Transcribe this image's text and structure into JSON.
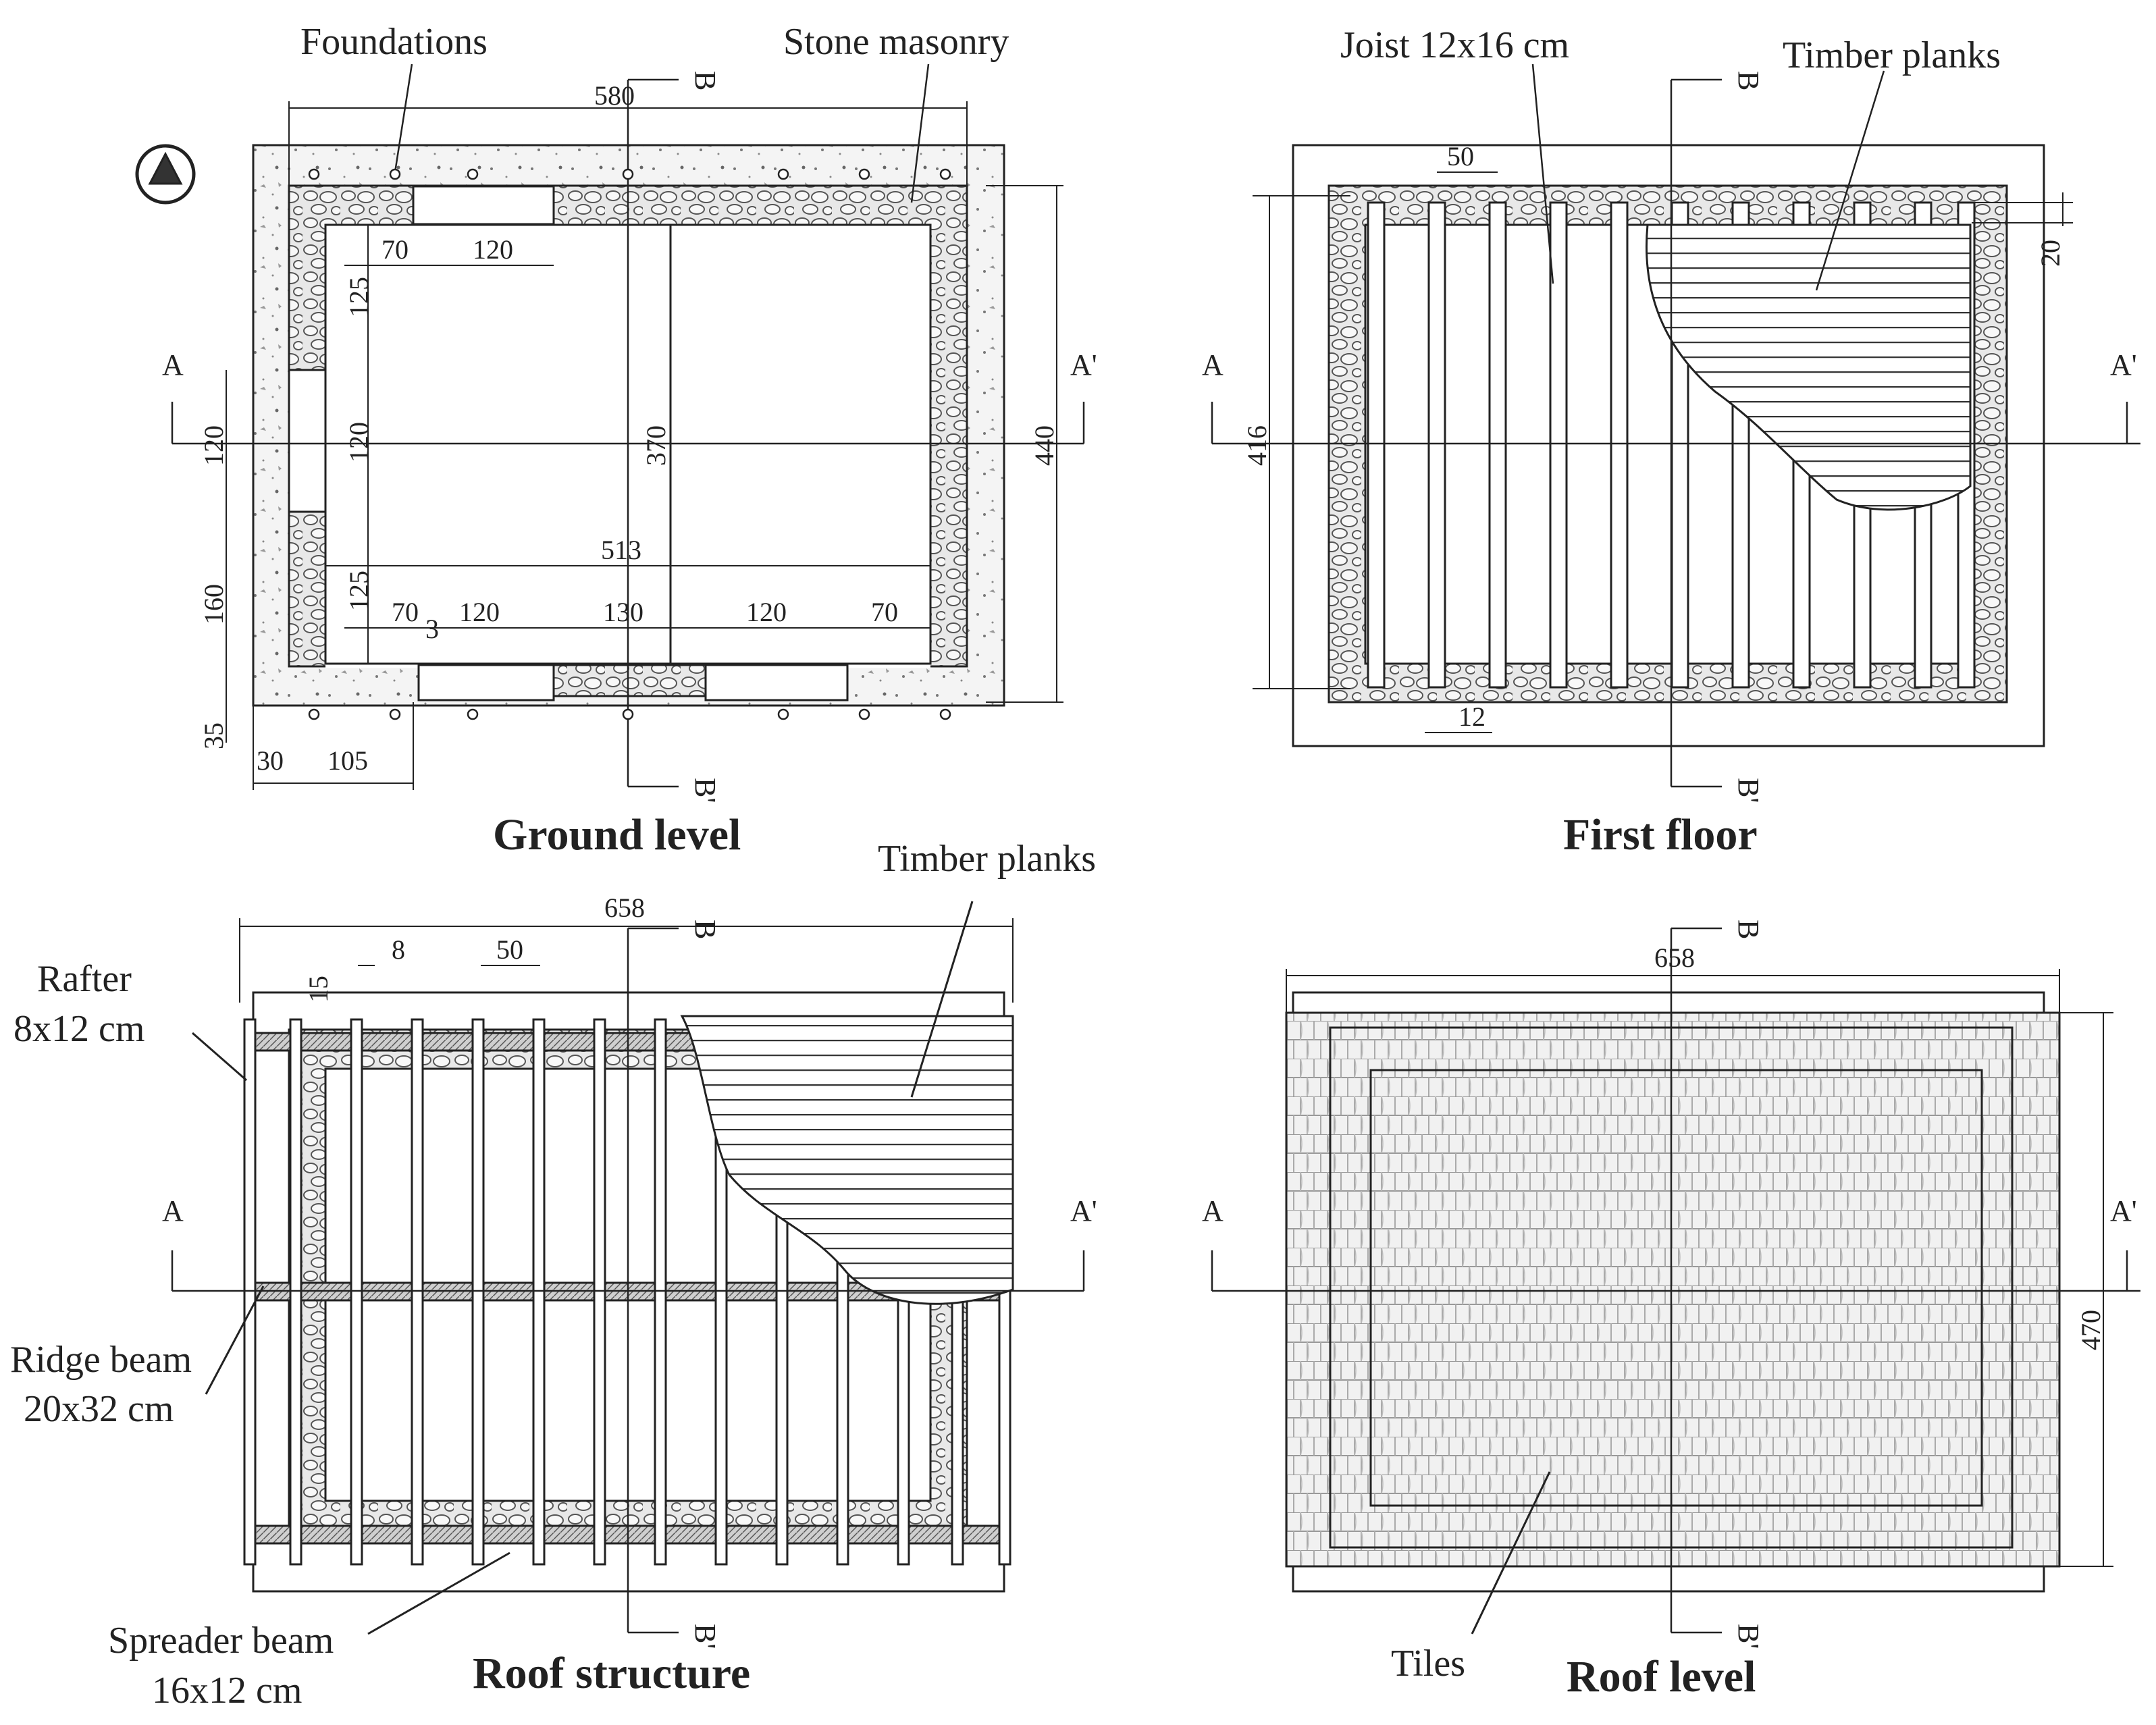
{
  "titles": {
    "ground": "Ground level",
    "first": "First floor",
    "roof_structure": "Roof structure",
    "roof_level": "Roof level"
  },
  "labels": {
    "foundations": "Foundations",
    "stone_masonry": "Stone masonry",
    "joist": "Joist 12x16 cm",
    "timber_planks_first": "Timber planks",
    "timber_planks_roof": "Timber planks",
    "rafter_line1": "Rafter",
    "rafter_line2": "8x12 cm",
    "ridge_line1": "Ridge beam",
    "ridge_line2": "20x32 cm",
    "spreader_line1": "Spreader beam",
    "spreader_line2": "16x12 cm",
    "tiles": "Tiles"
  },
  "section_marks": {
    "a": "A",
    "a_prime": "A'",
    "b": "B",
    "b_prime": "B'"
  },
  "dimensions": {
    "ground": {
      "overall_width": "580",
      "height_outer": "440",
      "height_inner": "370",
      "inner_width": "513",
      "top_door_offset": "70",
      "top_door_width": "120",
      "left_top": "125",
      "left_mid": "120",
      "left_bottom": "125",
      "left_outer_window": "120",
      "left_outer_lower": "160",
      "left_outer_base": "35",
      "bottom_1": "70",
      "bottom_2": "120",
      "bottom_3": "130",
      "bottom_4": "120",
      "bottom_5": "70",
      "base_left": "30",
      "base_door": "105",
      "small_3": "3"
    },
    "first": {
      "joist_spacing": "50",
      "height": "416",
      "edge": "20",
      "joist_width": "12"
    },
    "roof_structure": {
      "width": "658",
      "rafter_spacing": "50",
      "rafter_width": "8",
      "offset": "15"
    },
    "roof_level": {
      "width": "658",
      "height": "470"
    }
  },
  "colors": {
    "line": "#222222",
    "masonry_fill": "#e9e9e9",
    "foundation_fill": "#f2f2f2",
    "tile_fill": "#efefef"
  }
}
